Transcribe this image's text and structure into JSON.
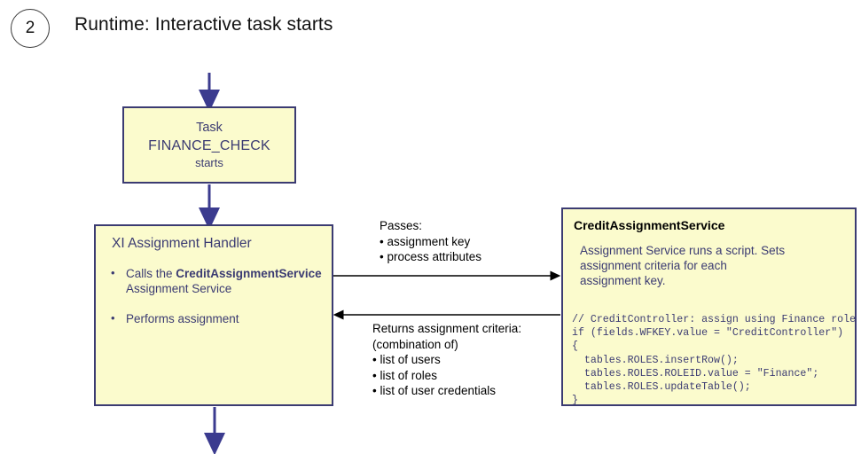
{
  "header": {
    "step_number": "2",
    "title": "Runtime: Interactive task starts"
  },
  "task_box": {
    "line1": "Task",
    "line2": "FINANCE_CHECK",
    "line3": "starts"
  },
  "handler_box": {
    "title": "XI Assignment  Handler",
    "items": [
      {
        "bullet": "•",
        "pre": "Calls the ",
        "bold": "CreditAssignmentService",
        "post": "Assignment Service"
      },
      {
        "bullet": "•",
        "pre": "Performs assignment",
        "bold": "",
        "post": ""
      }
    ]
  },
  "service_box": {
    "title": "CreditAssignmentService",
    "description": "Assignment Service runs a script. Sets\nassignment criteria for each\nassignment key.",
    "code": "// CreditController: assign using Finance role\nif (fields.WFKEY.value = \"CreditController\")\n{\n  tables.ROLES.insertRow();\n  tables.ROLES.ROLEID.value = \"Finance\";\n  tables.ROLES.updateTable();\n}"
  },
  "annotations": {
    "passes": "Passes:\n• assignment key\n• process attributes",
    "returns": "Returns assignment criteria:\n(combination of)\n• list of users\n• list of roles\n• list of user credentials"
  },
  "colors": {
    "box_border": "#3b3b72",
    "box_fill": "#fbfbcd",
    "box_text": "#3b3b72",
    "arrow_navy": "#3b3b8f",
    "arrow_black": "#000000",
    "title_text": "#111111"
  }
}
